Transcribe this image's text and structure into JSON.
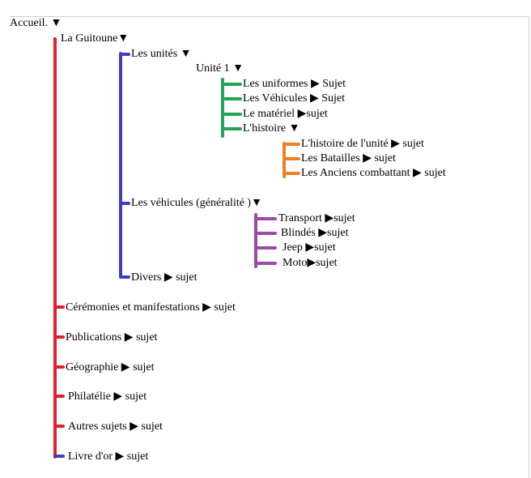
{
  "colors": {
    "red": "#e3202a",
    "blue": "#3e3fc0",
    "green": "#23a455",
    "orange": "#f07f22",
    "purple": "#9a4aa8"
  },
  "tree": {
    "root": "Accueil. ▼",
    "guitoune": "La Guitoune▼",
    "unites": "Les unités ▼",
    "unite1": "Unité 1 ▼",
    "uniformes": "Les uniformes ▶ Sujet",
    "vehicules_u": "Les Véhicules ▶ Sujet",
    "materiel": "Le matériel ▶sujet",
    "histoire": "L'histoire ▼",
    "histoire_unite": "L'histoire de l'unité ▶ sujet",
    "batailles": "Les Batailles ▶ sujet",
    "anciens": "Les Anciens combattant ▶ sujet",
    "vehicules_gen": "Les véhicules (généralité )▼",
    "transport": "Transport ▶sujet",
    "blindes": "Blindés ▶sujet",
    "jeep": "Jeep ▶sujet",
    "moto": "Moto▶sujet",
    "divers": "Divers ▶ sujet",
    "ceremonies": "Cérémonies et manifestations ▶ sujet",
    "publications": "Publications ▶ sujet",
    "geographie": "Géographie ▶ sujet",
    "philatelie": "Philatélie ▶ sujet",
    "autres": "Autres sujets ▶ sujet",
    "livre": "Livre d'or ▶ sujet"
  }
}
